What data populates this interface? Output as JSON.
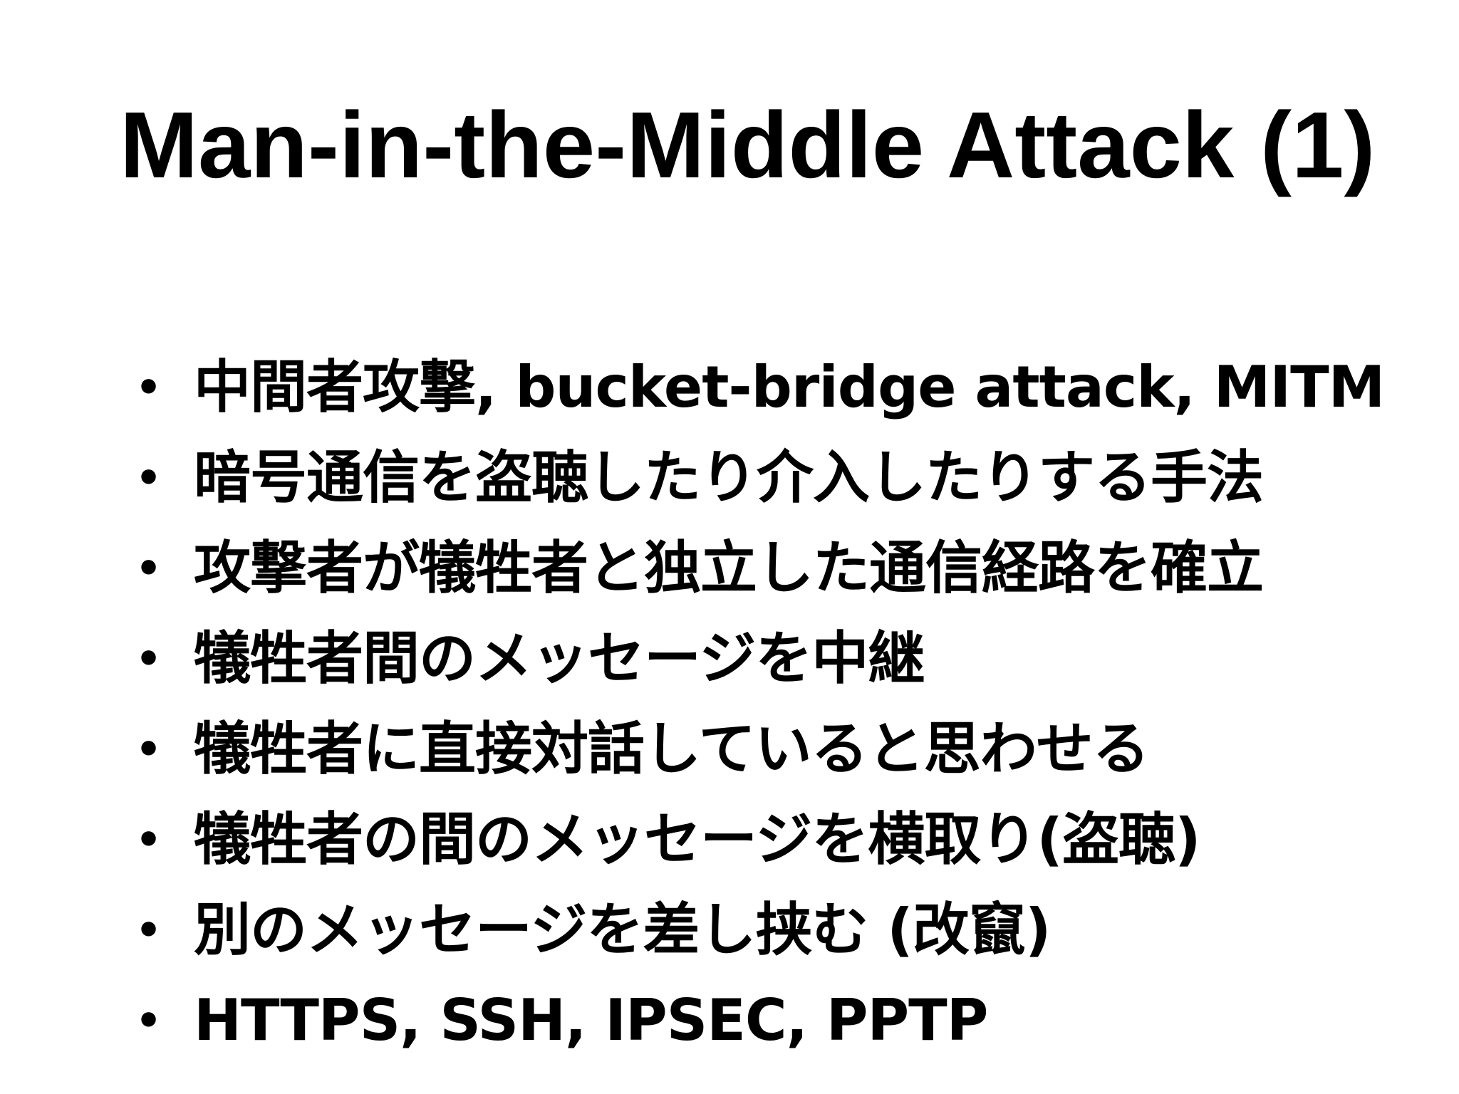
{
  "slide": {
    "title": "Man-in-the-Middle Attack (1)",
    "bullet_glyph": "•",
    "bullets": [
      "中間者攻撃, bucket-bridge attack, MITM",
      "暗号通信を盗聴したり介入したりする手法",
      "攻撃者が犠牲者と独立した通信経路を確立",
      "犠牲者間のメッセージを中継",
      "犠牲者に直接対話していると思わせる",
      "犠牲者の間のメッセージを横取り(盗聴)",
      "別のメッセージを差し挟む (改竄)",
      "HTTPS, SSH, IPSEC, PPTP"
    ]
  }
}
